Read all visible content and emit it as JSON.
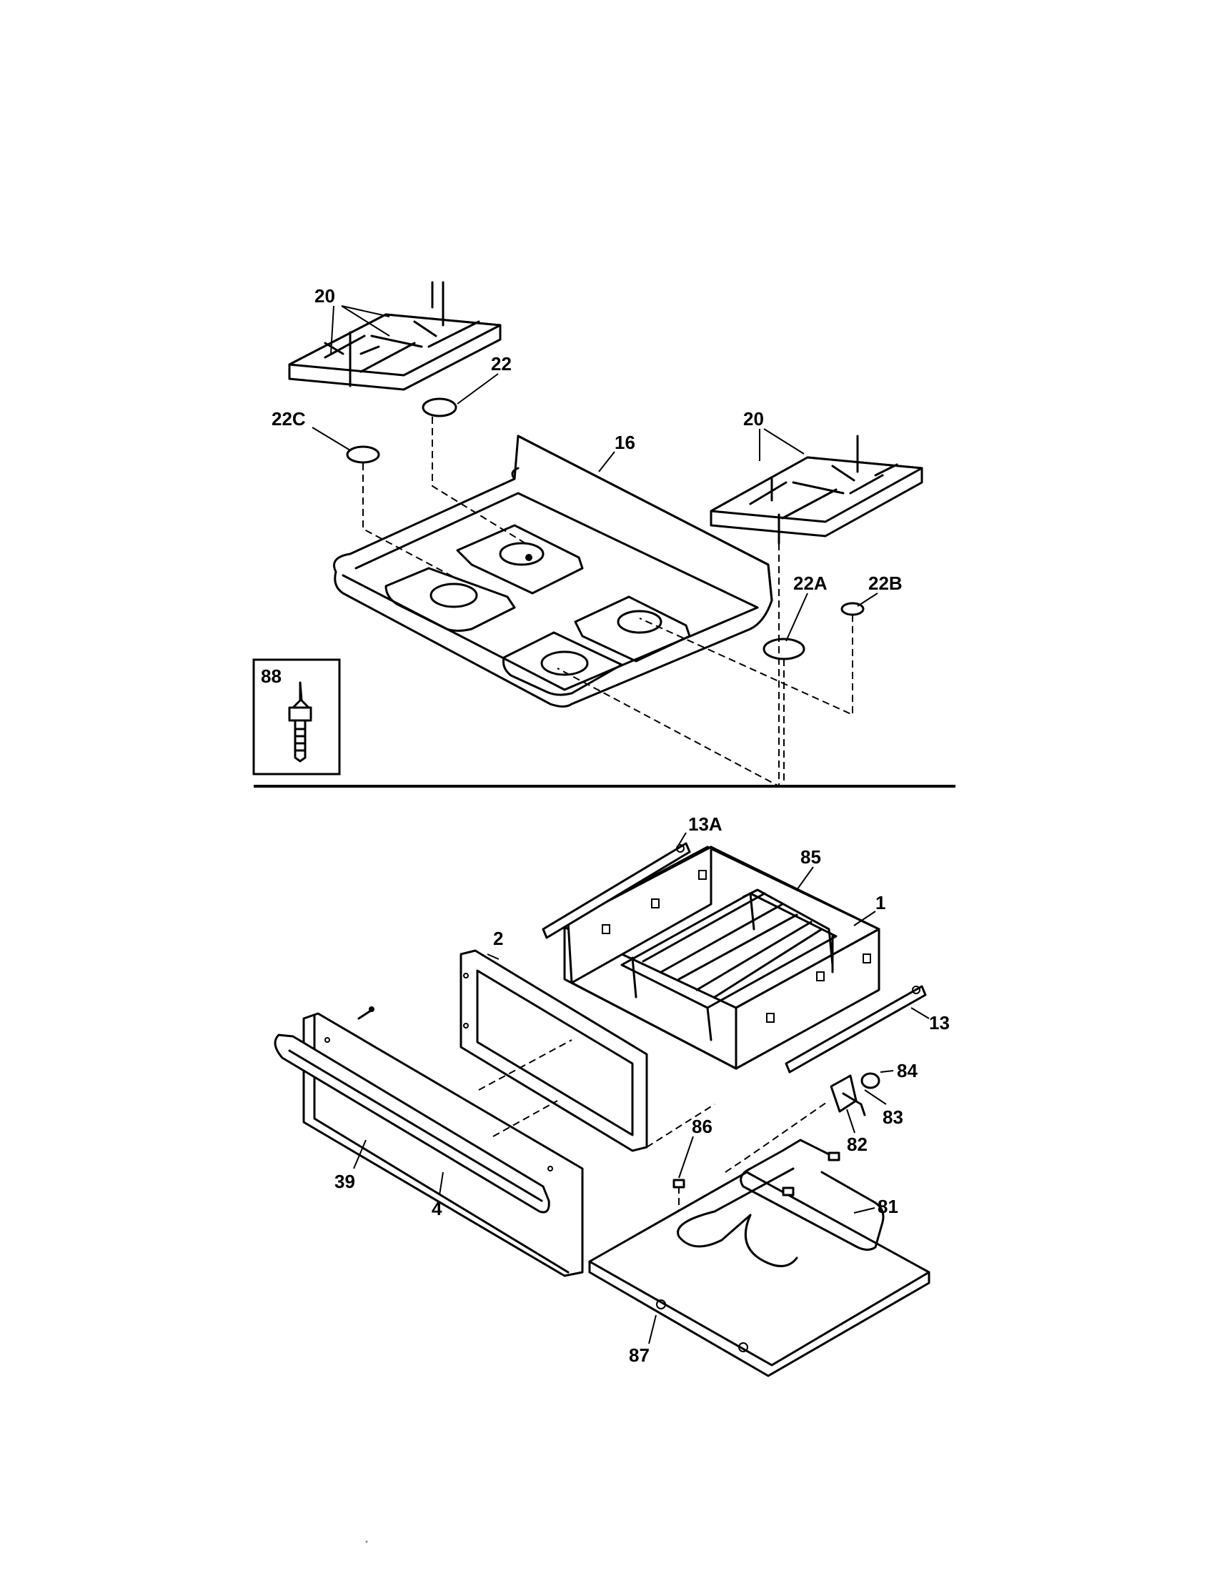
{
  "labels": {
    "grate_left": "20",
    "cap_22": "22",
    "cap_22c": "22C",
    "cooktop": "16",
    "grate_right": "20",
    "cap_22a": "22A",
    "cap_22b": "22B",
    "inset_88": "88",
    "slide_13a": "13A",
    "rack_85": "85",
    "drawer_body_1": "1",
    "panel_2": "2",
    "slide_13": "13",
    "part_84": "84",
    "part_83": "83",
    "part_82": "82",
    "clip_86": "86",
    "element_81": "81",
    "handle_39": "39",
    "front_4": "4",
    "bottom_87": "87"
  }
}
